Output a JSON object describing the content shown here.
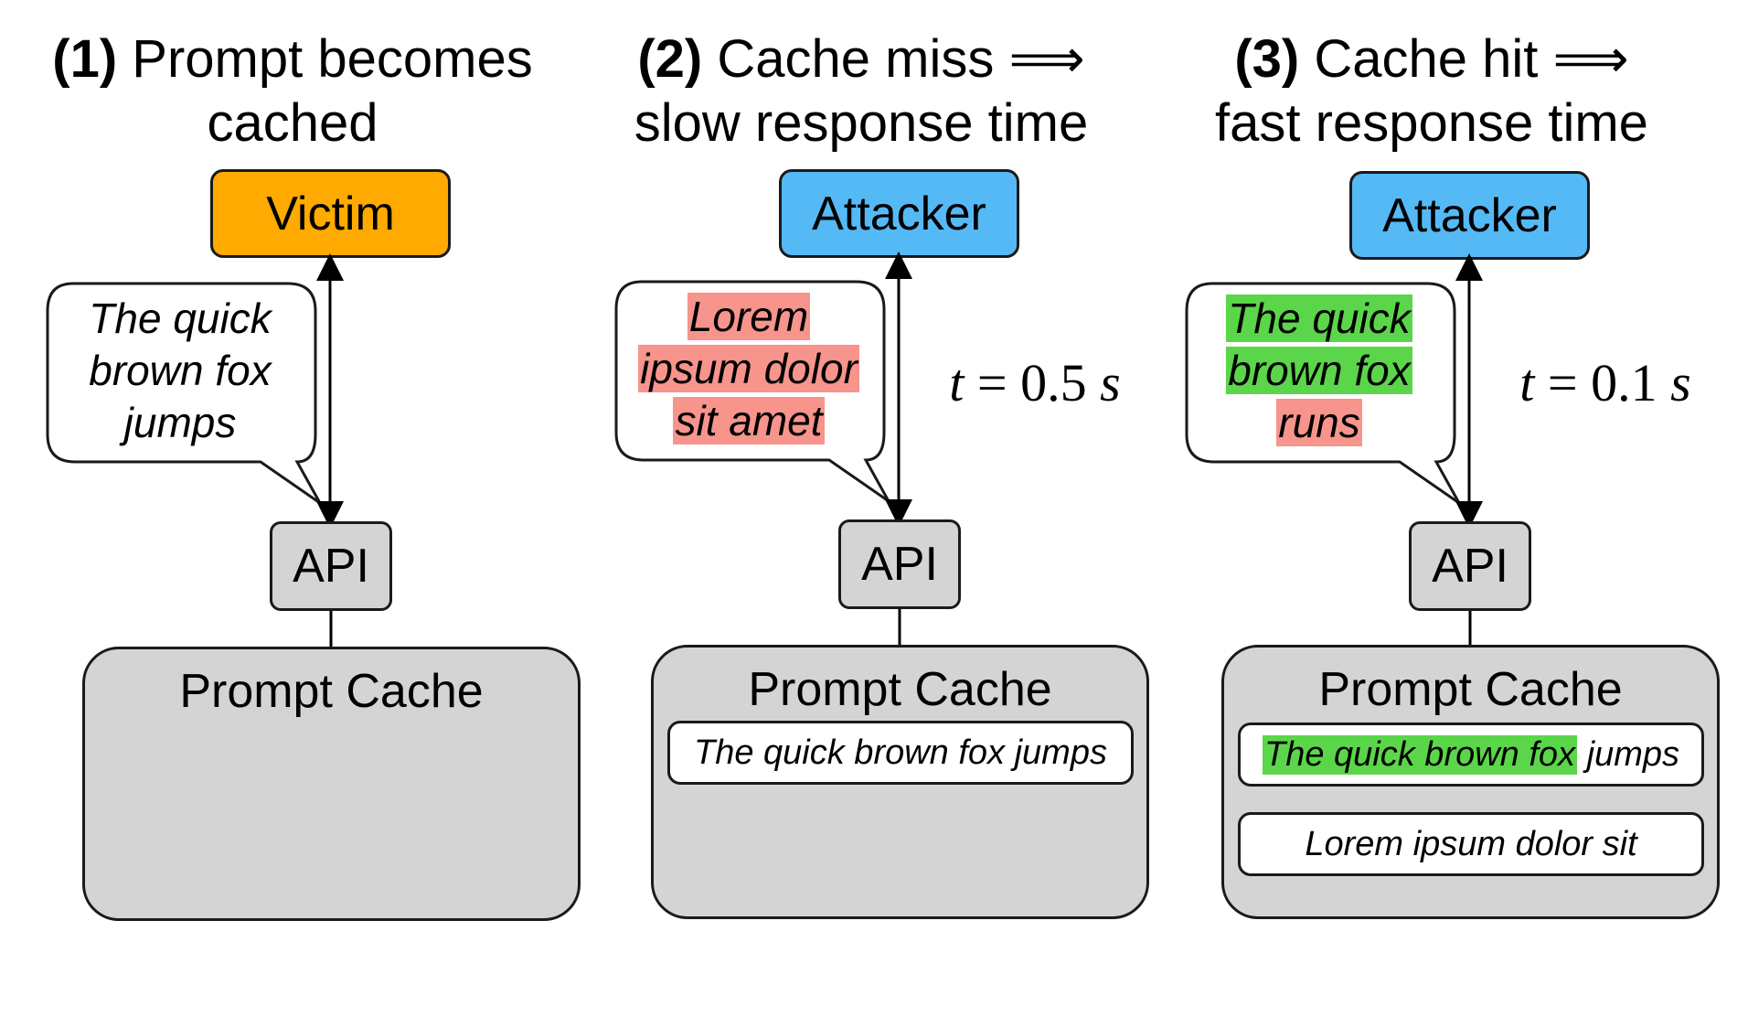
{
  "panels": [
    {
      "title_num": "(1)",
      "title_line1": "Prompt becomes",
      "title_line2": "cached",
      "actor": "Victim",
      "bubble": [
        "The quick",
        "brown fox",
        "jumps"
      ],
      "api": "API",
      "cache_title": "Prompt Cache",
      "entries": []
    },
    {
      "title_num": "(2)",
      "title_line1": "Cache miss",
      "title_arrow": "⟹",
      "title_line2": "slow response time",
      "actor": "Attacker",
      "bubble": [
        "Lorem",
        "ipsum dolor",
        "sit amet"
      ],
      "time_var": "t",
      "time_eq": "= 0.5",
      "time_unit": "s",
      "api": "API",
      "cache_title": "Prompt Cache",
      "entries": [
        "The quick brown fox jumps"
      ]
    },
    {
      "title_num": "(3)",
      "title_line1": "Cache hit",
      "title_arrow": "⟹",
      "title_line2": "fast response time",
      "actor": "Attacker",
      "bubble": [
        "The quick",
        "brown fox",
        "runs"
      ],
      "time_var": "t",
      "time_eq": "= 0.1",
      "time_unit": "s",
      "api": "API",
      "cache_title": "Prompt Cache",
      "entry1_match": "The quick brown fox",
      "entry1_rest": "jumps",
      "entry2": "Lorem ipsum dolor sit"
    }
  ],
  "colors": {
    "victim": "#ffaa00",
    "attacker": "#55b9f6",
    "box_gray": "#d4d4d4",
    "miss_highlight": "#f7948c",
    "hit_highlight": "#5bd64a"
  }
}
